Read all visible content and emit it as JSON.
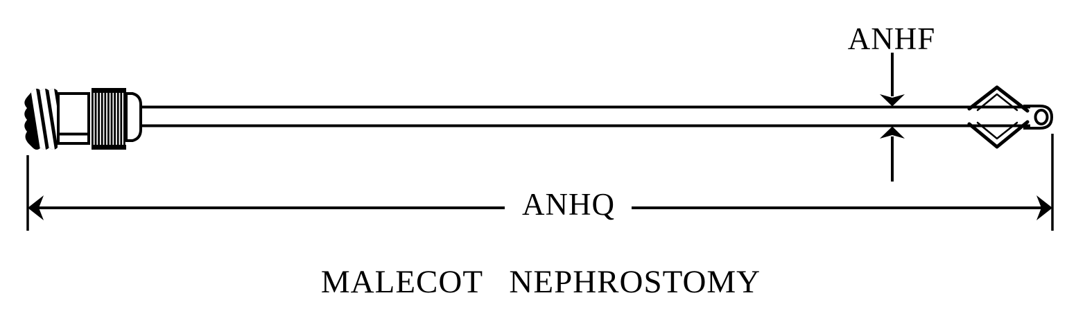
{
  "diagram": {
    "caption": "MALECOT   NEPHROSTOMY",
    "dimension_labels": {
      "tube_diameter": "ANHF",
      "overall_length": "ANHQ"
    },
    "colors": {
      "line": "#000000",
      "background": "#ffffff"
    }
  }
}
